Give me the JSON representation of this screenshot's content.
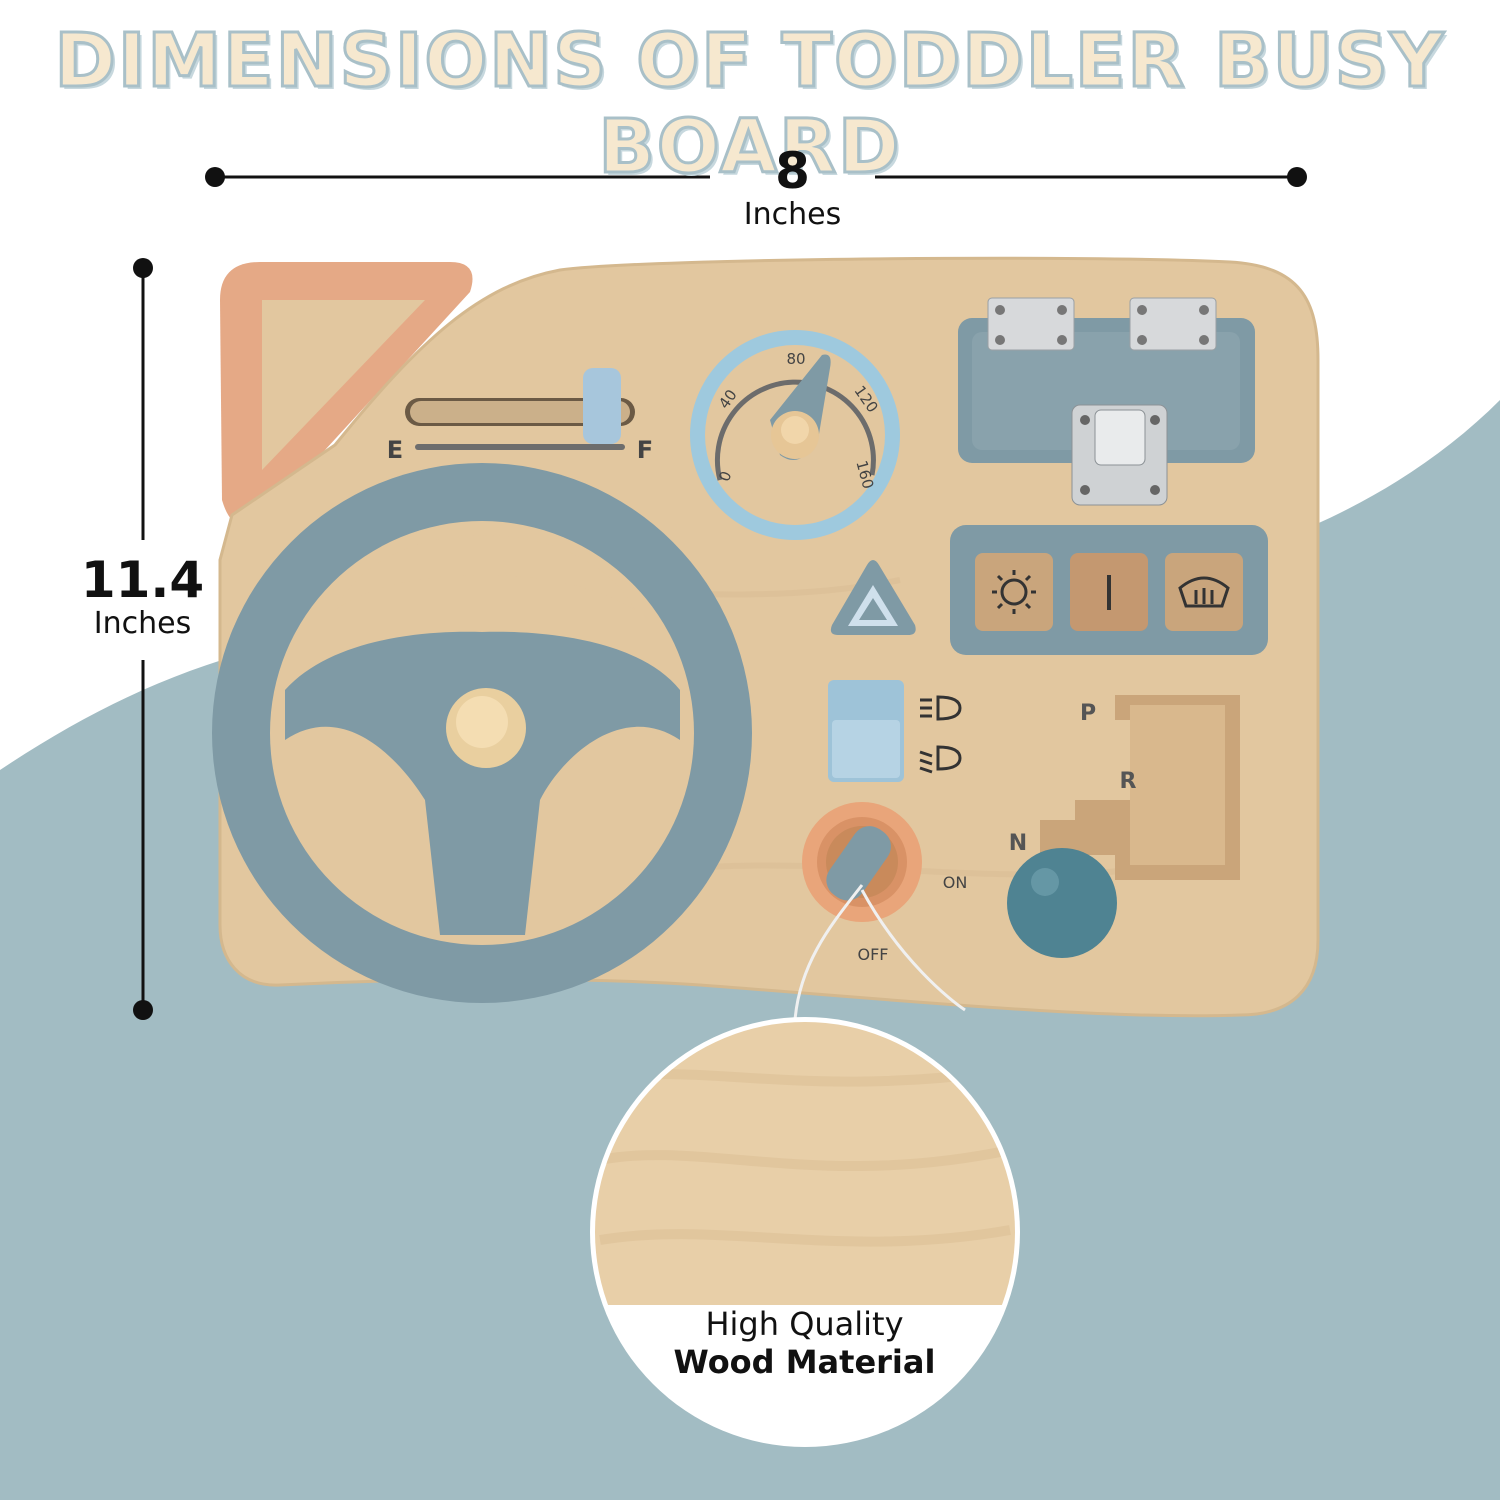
{
  "title": "DIMENSIONS OF TODDLER BUSY BOARD",
  "width_dimension": {
    "value": "8",
    "unit": "Inches"
  },
  "height_dimension": {
    "value": "11.4",
    "unit": "Inches"
  },
  "fuel_gauge": {
    "empty_label": "E",
    "full_label": "F"
  },
  "speedometer": {
    "ticks": [
      "0",
      "40",
      "80",
      "120",
      "160"
    ]
  },
  "gear_shift": {
    "labels": [
      "P",
      "R",
      "N"
    ]
  },
  "ignition": {
    "on_label": "ON",
    "off_label": "OFF"
  },
  "material_callout": {
    "line1": "High Quality",
    "line2": "Wood Material"
  },
  "colors": {
    "background_blue": "#a2bcc3",
    "wood": "#e2c79f",
    "slate_blue": "#7f9aa5",
    "orange": "#e9a57a",
    "light_blue": "#9ec3d8"
  }
}
